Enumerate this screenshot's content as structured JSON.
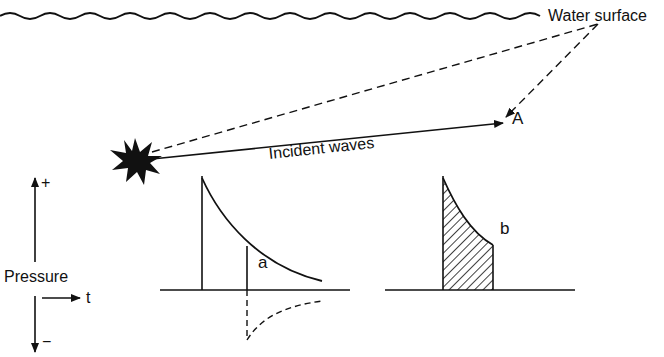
{
  "diagram": {
    "labels": [
      "Water surface",
      "A",
      "Incident waves",
      "a",
      "b",
      "+",
      "Pressure",
      "t",
      "−"
    ]
  }
}
